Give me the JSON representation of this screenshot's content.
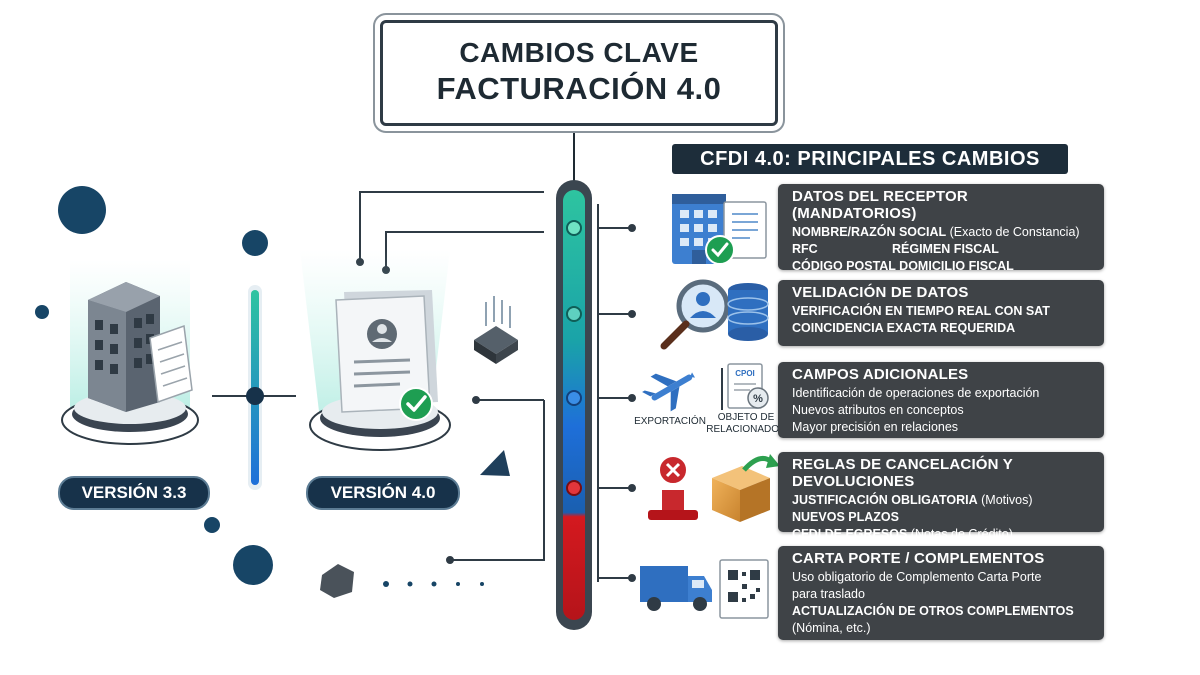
{
  "title": {
    "line1": "CAMBIOS CLAVE",
    "line2": "FACTURACIÓN 4.0"
  },
  "section_header": "CFDI 4.0: PRINCIPALES CAMBIOS",
  "versions": {
    "old": "VERSIÓN 3.3",
    "new": "VERSIÓN 4.0"
  },
  "icons": {
    "c1": [
      "building-icon",
      "document-icon",
      "check-icon"
    ],
    "c2": [
      "magnifier-user-icon",
      "database-icon"
    ],
    "c3": [
      "airplane-icon",
      "document-percent-icon"
    ],
    "c4": [
      "cancel-stamp-icon",
      "return-box-icon"
    ],
    "c5": [
      "truck-icon",
      "qr-document-icon"
    ]
  },
  "labels": {
    "exportacion": "EXPORTACIÓN",
    "objeto_l1": "OBJETO DE",
    "objeto_l2": "RELACIONADOS",
    "cpoi": "CPOI"
  },
  "cards": [
    {
      "title": "DATOS DEL RECEPTOR (MANDATORIOS)",
      "l1a": "NOMBRE/RAZÓN SOCIAL",
      "l1b": " (Exacto de Constancia)",
      "l2a": "RFC",
      "l2b": "RÉGIMEN FISCAL",
      "l3": "CÓDIGO POSTAL DOMICILIO FISCAL"
    },
    {
      "title": "VELIDACIÓN DE DATOS",
      "l1": "VERIFICACIÓN EN TIEMPO REAL CON SAT",
      "l2": "COINCIDENCIA EXACTA REQUERIDA"
    },
    {
      "title": "CAMPOS ADICIONALES",
      "l1": "Identificación de operaciones de exportación",
      "l2": "Nuevos atributos en conceptos",
      "l3": "Mayor precisión en relaciones"
    },
    {
      "title": "REGLAS DE CANCELACIÓN Y DEVOLUCIONES",
      "l1a": "JUSTIFICACIÓN OBLIGATORIA",
      "l1b": " (Motivos)",
      "l2": "NUEVOS PLAZOS",
      "l3a": "CFDI DE EGRESOS",
      "l3b": " (Notas de Crédito)"
    },
    {
      "title": "CARTA PORTE / COMPLEMENTOS",
      "l1": "Uso obligatorio de Complemento Carta Porte",
      "l2": "para traslado",
      "l3": "ACTUALIZACIÓN DE OTROS COMPLEMENTOS",
      "l4": "(Nómina, etc.)"
    }
  ],
  "colors": {
    "dark_navy": "#1d2d3a",
    "card_bg": "#3f4347",
    "teal": "#2ec4a0",
    "blue": "#1e6fd9",
    "red": "#d4191f",
    "green_check": "#1e9e52"
  }
}
